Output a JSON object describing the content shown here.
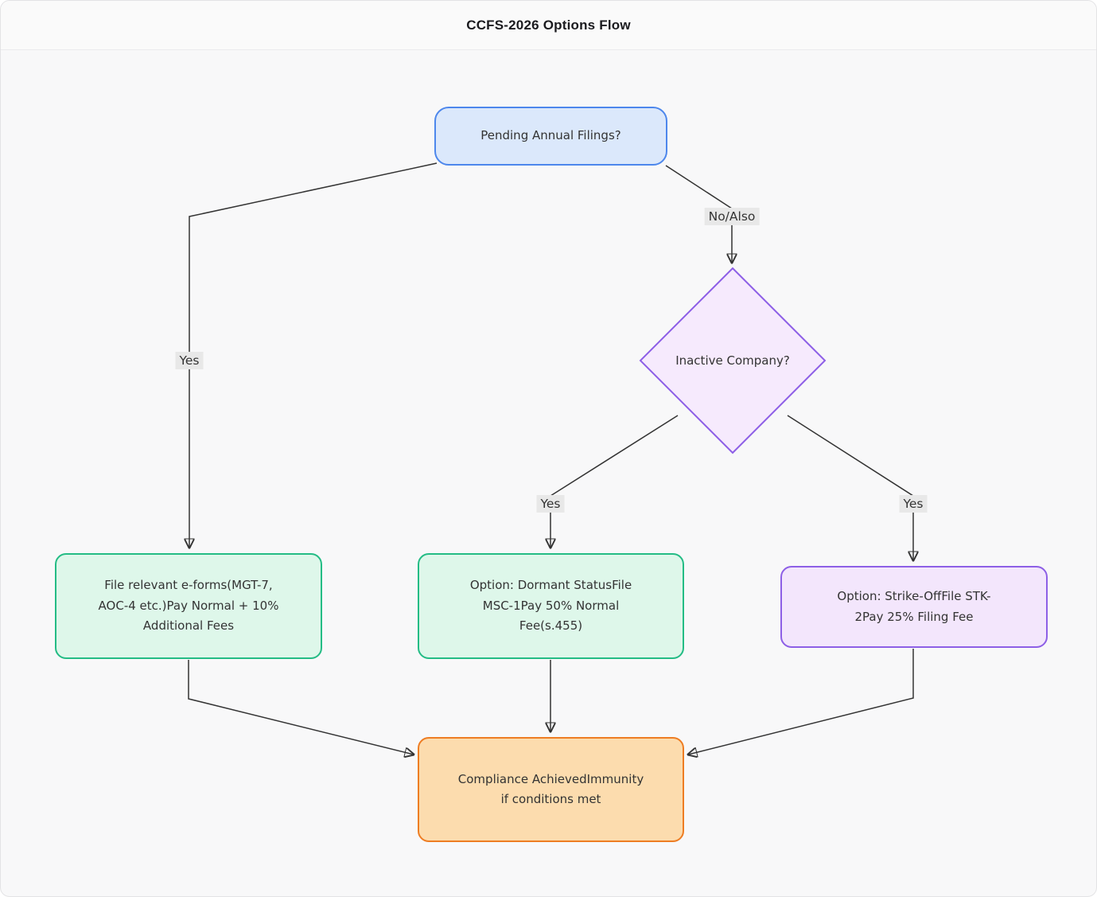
{
  "title": "CCFS-2026 Options Flow",
  "diagram": {
    "type": "flowchart",
    "nodes": {
      "pending": {
        "lines": [
          "Pending Annual Filings?"
        ]
      },
      "inactive": {
        "lines": [
          "Inactive Company?"
        ]
      },
      "file_eforms": {
        "lines": [
          "File relevant e-forms(MGT-7,",
          "AOC-4 etc.)Pay Normal + 10%",
          "Additional Fees"
        ]
      },
      "dormant": {
        "lines": [
          "Option: Dormant StatusFile",
          "MSC-1Pay 50% Normal",
          "Fee(s.455)"
        ]
      },
      "strike_off": {
        "lines": [
          "Option: Strike-OffFile STK-",
          "2Pay 25% Filing Fee"
        ]
      },
      "compliance": {
        "lines": [
          "Compliance AchievedImmunity",
          "if conditions met"
        ]
      }
    },
    "edge_labels": {
      "yes_left": "Yes",
      "no_also": "No/Also",
      "yes_mid": "Yes",
      "yes_right": "Yes"
    },
    "colors": {
      "page_background": "#f8f8f9",
      "node_blue_fill": "#dbe8fb",
      "node_blue_border": "#4d87ec",
      "node_green_fill": "#def7ea",
      "node_green_border": "#24bc85",
      "node_purple_fill": "#f3e6fc",
      "node_purple_border": "#8d5fe6",
      "node_orange_fill": "#fcdcae",
      "node_orange_border": "#ee7d23",
      "edge_line": "#333333",
      "edge_label_background": "#e8e8e8",
      "text": "#333333"
    }
  }
}
